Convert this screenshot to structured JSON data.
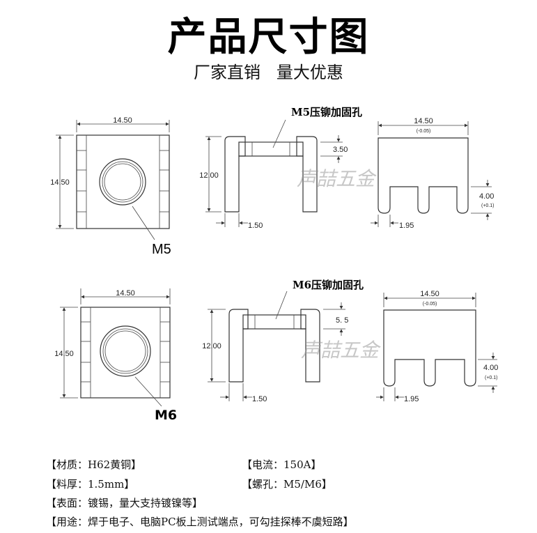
{
  "header": {
    "title": "产品尺寸图",
    "subtitle": "厂家直销   量大优惠"
  },
  "watermark": "声喆五金",
  "drawings": [
    {
      "front": {
        "width": "14.50",
        "height": "14.50",
        "thread_label": "M5"
      },
      "side": {
        "callout": "M5压铆加固孔",
        "height": "12.00",
        "inner_depth": "3.50",
        "thickness": "1.50"
      },
      "end": {
        "width": "14.50",
        "width_tol": "(-0.05)",
        "slot_depth": "4.00",
        "slot_tol": "(+0.1)",
        "slot_width": "1.95"
      }
    },
    {
      "front": {
        "width": "14.50",
        "height": "14.50",
        "thread_label": "M6"
      },
      "side": {
        "callout": "M6压铆加固孔",
        "height": "12.00",
        "inner_depth": "5. 5",
        "thickness": "1.50"
      },
      "end": {
        "width": "14.50",
        "width_tol": "(-0.05)",
        "slot_depth": "4.00",
        "slot_tol": "(+0.1)",
        "slot_width": "1.95"
      }
    }
  ],
  "specs": {
    "material": "【材质：H62黄铜】",
    "current": "【电流：150A】",
    "thickness": "【料厚：1.5mm】",
    "screw_hole": "【螺孔：M5/M6】",
    "surface": "【表面：镀锡，量大支持镀镍等】",
    "usage": "【用途：焊于电子、电脑PC板上测试端点，可勾挂探棒不虞短路】"
  },
  "colors": {
    "line": "#333333",
    "text": "#111111",
    "watermark": "#9a9a9a"
  }
}
